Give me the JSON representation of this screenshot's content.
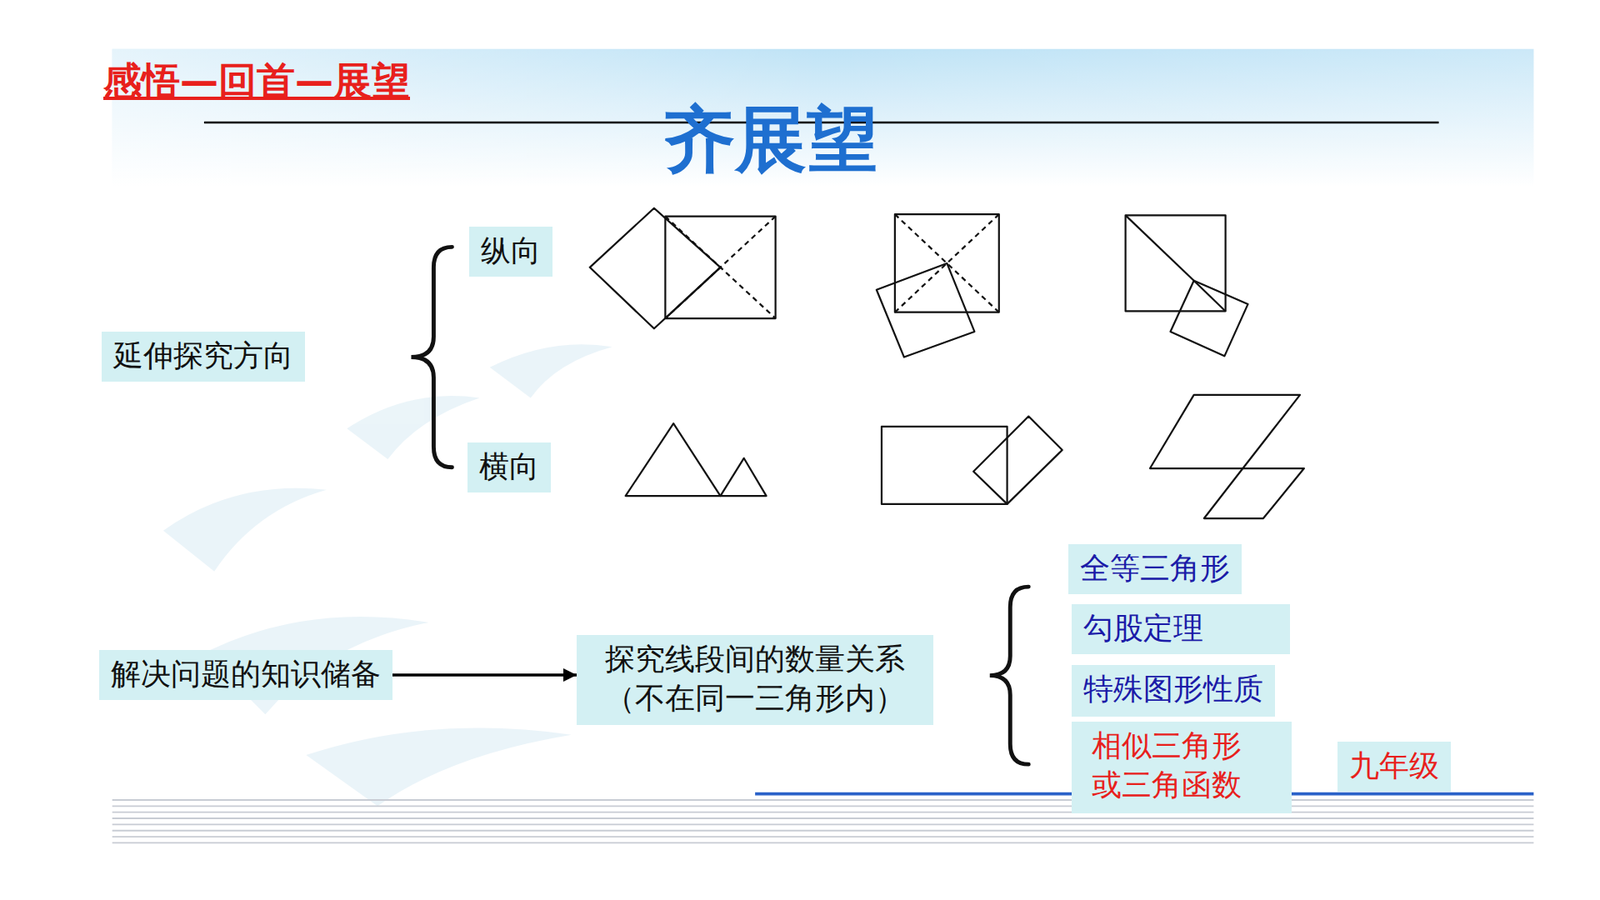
{
  "diagram": {
    "title": "齐展望",
    "nodes": [
      {
        "text": [
          "延伸探究方向"
        ]
      },
      {
        "text": [
          "纵向"
        ]
      },
      {
        "text": [
          "横向"
        ]
      },
      {
        "text": [
          "全等三角形"
        ]
      },
      {
        "text": [
          "解决问题的知识储备"
        ]
      },
      {
        "text": [
          "探究线段间的数量关系 （不在同一三角形内）"
        ]
      },
      {
        "text": [
          "勾股定理"
        ]
      },
      {
        "text": [
          "特殊图形性质"
        ]
      },
      {
        "text": [
          "相似三角形 或三角函数"
        ]
      },
      {
        "text": [
          "九年级"
        ]
      }
    ],
    "edges": [
      {
        "from": 4,
        "to": 5,
        "arrow": "to"
      }
    ],
    "labels": [
      "感悟—回首—展望"
    ]
  }
}
